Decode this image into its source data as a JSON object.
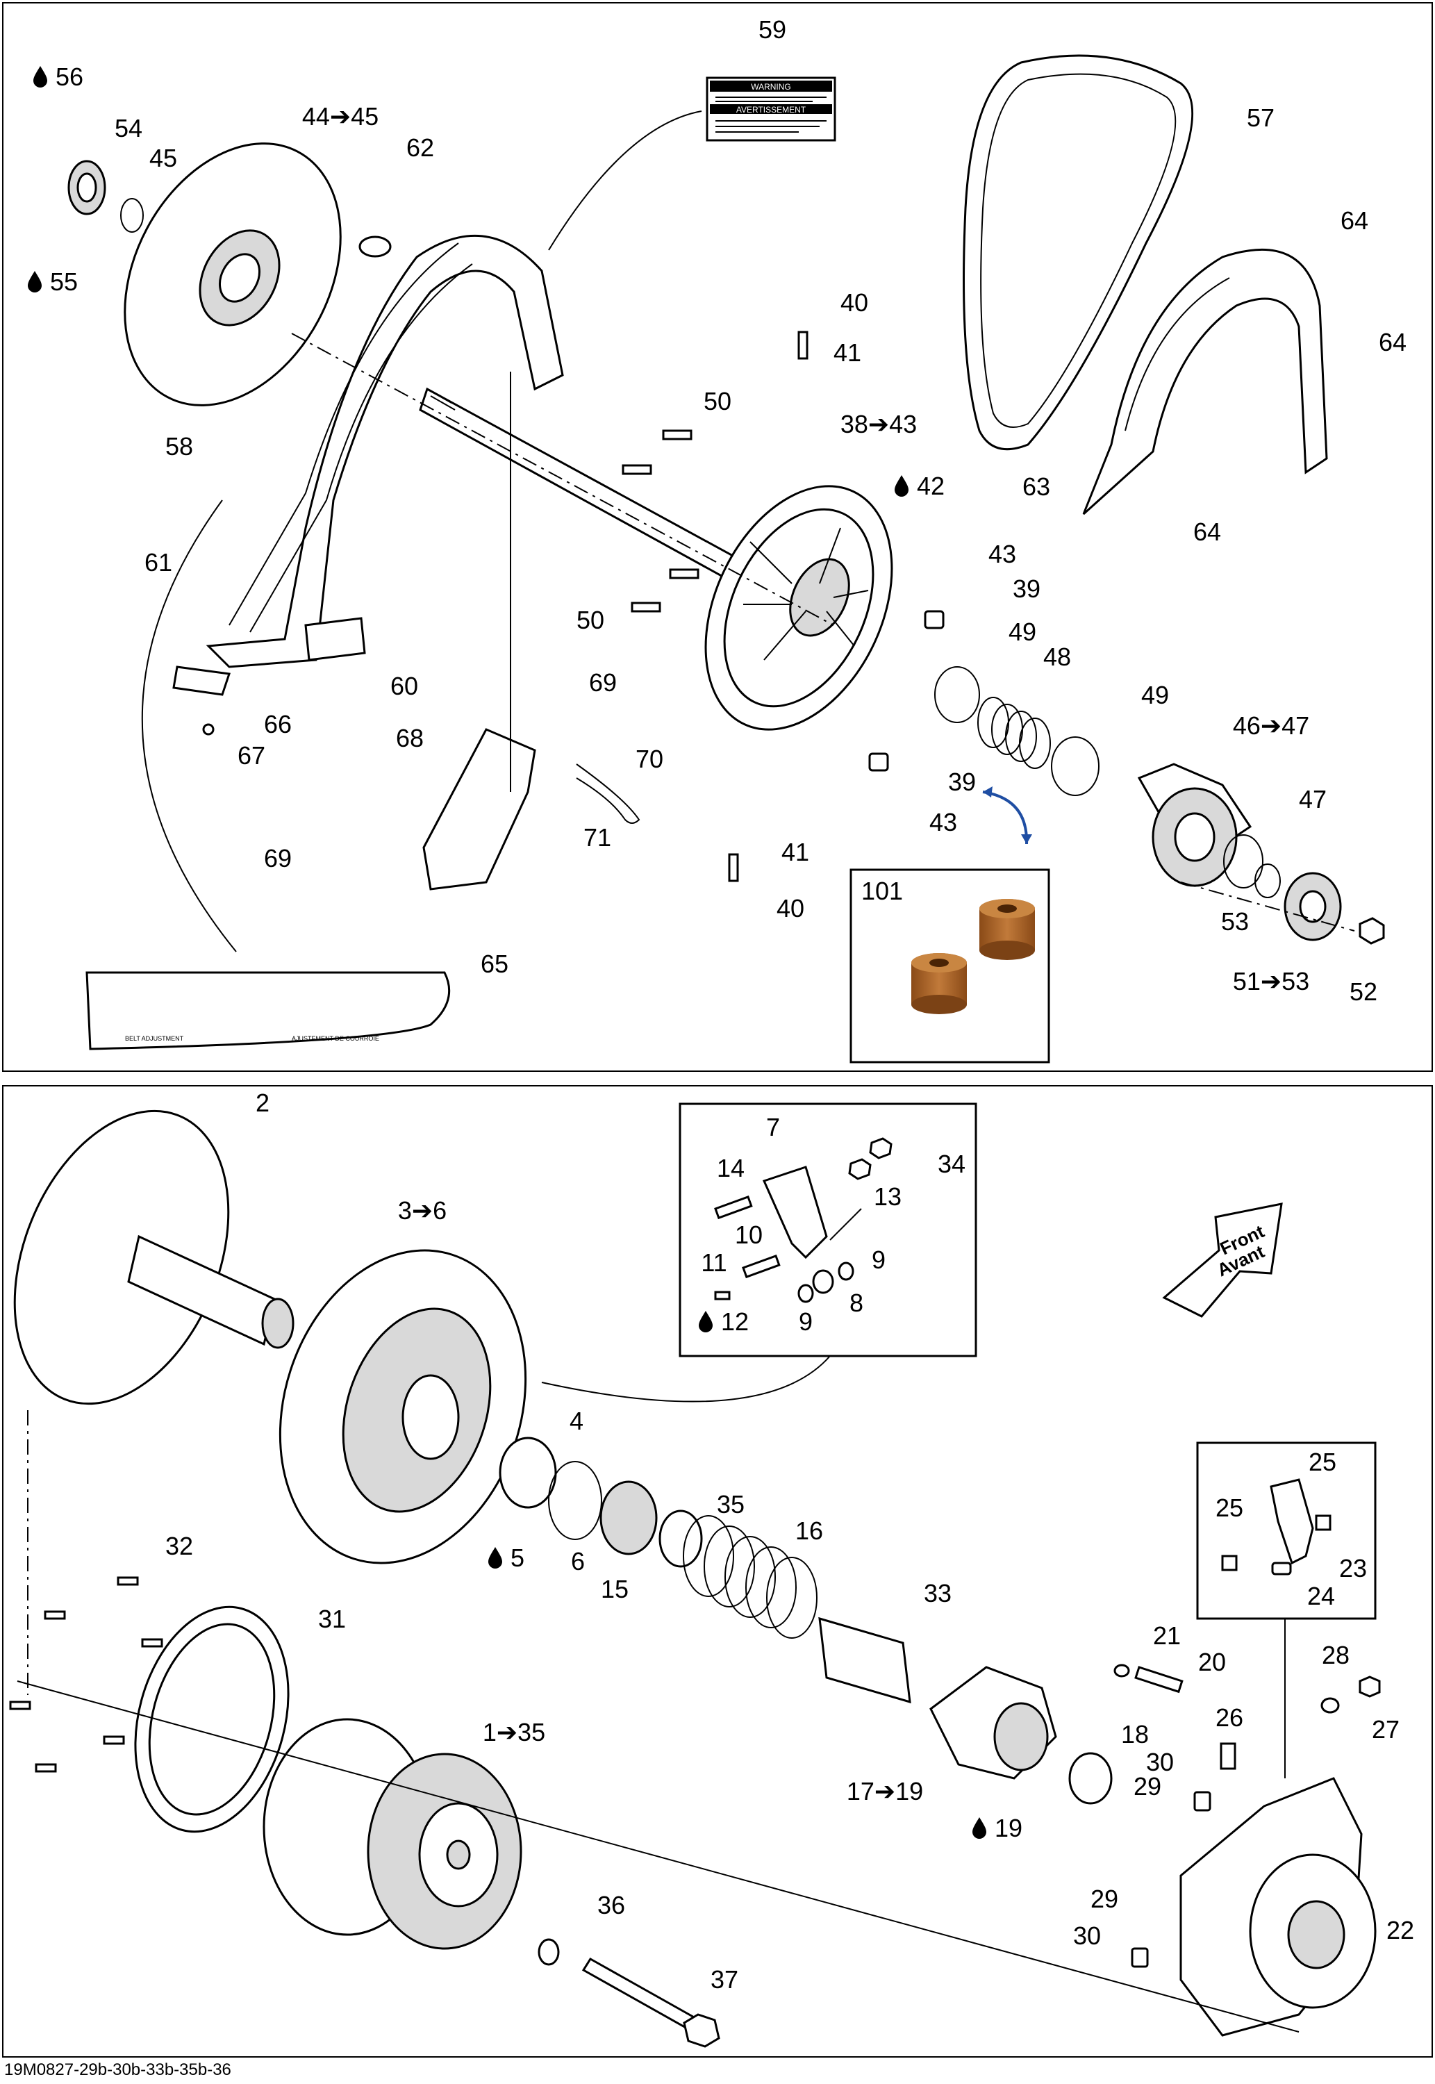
{
  "figure_id": "19M0827-29b-30b-33b-35b-36",
  "label_101": "101",
  "front_arrow": {
    "line1": "Front",
    "line2": "Avant"
  },
  "decal_59": {
    "header1": "WARNING",
    "header2": "AVERTISSEMENT"
  },
  "decal_65": {
    "left_text": "BELT ADJUSTMENT",
    "right_text": "AJUSTEMENT DE COURROIE"
  },
  "top_callouts": [
    {
      "text": "56",
      "drop": true
    },
    {
      "text": "54"
    },
    {
      "text": "44➔45"
    },
    {
      "text": "45"
    },
    {
      "text": "62"
    },
    {
      "text": "59"
    },
    {
      "text": "57"
    },
    {
      "text": "55",
      "drop": true
    },
    {
      "text": "64"
    },
    {
      "text": "40"
    },
    {
      "text": "41"
    },
    {
      "text": "64"
    },
    {
      "text": "50"
    },
    {
      "text": "38➔43"
    },
    {
      "text": "58"
    },
    {
      "text": "42",
      "drop": true
    },
    {
      "text": "63"
    },
    {
      "text": "64"
    },
    {
      "text": "61"
    },
    {
      "text": "43"
    },
    {
      "text": "39"
    },
    {
      "text": "50"
    },
    {
      "text": "49"
    },
    {
      "text": "48"
    },
    {
      "text": "60"
    },
    {
      "text": "69"
    },
    {
      "text": "49"
    },
    {
      "text": "66"
    },
    {
      "text": "46➔47"
    },
    {
      "text": "67"
    },
    {
      "text": "68"
    },
    {
      "text": "70"
    },
    {
      "text": "39"
    },
    {
      "text": "47"
    },
    {
      "text": "43"
    },
    {
      "text": "71"
    },
    {
      "text": "41"
    },
    {
      "text": "69"
    },
    {
      "text": "53"
    },
    {
      "text": "40"
    },
    {
      "text": "65"
    },
    {
      "text": "51➔53"
    },
    {
      "text": "52"
    }
  ],
  "bottom_callouts": [
    {
      "text": "2"
    },
    {
      "text": "7"
    },
    {
      "text": "34"
    },
    {
      "text": "14"
    },
    {
      "text": "3➔6"
    },
    {
      "text": "13"
    },
    {
      "text": "10"
    },
    {
      "text": "9"
    },
    {
      "text": "11"
    },
    {
      "text": "8"
    },
    {
      "text": "12",
      "drop": true
    },
    {
      "text": "9"
    },
    {
      "text": "4"
    },
    {
      "text": "35"
    },
    {
      "text": "16"
    },
    {
      "text": "5",
      "drop": true
    },
    {
      "text": "6"
    },
    {
      "text": "15"
    },
    {
      "text": "25"
    },
    {
      "text": "25"
    },
    {
      "text": "23"
    },
    {
      "text": "24"
    },
    {
      "text": "32"
    },
    {
      "text": "33"
    },
    {
      "text": "31"
    },
    {
      "text": "21"
    },
    {
      "text": "20"
    },
    {
      "text": "28"
    },
    {
      "text": "27"
    },
    {
      "text": "1➔35"
    },
    {
      "text": "26"
    },
    {
      "text": "18"
    },
    {
      "text": "30"
    },
    {
      "text": "17➔19"
    },
    {
      "text": "29"
    },
    {
      "text": "19",
      "drop": true
    },
    {
      "text": "29"
    },
    {
      "text": "36"
    },
    {
      "text": "30"
    },
    {
      "text": "22"
    },
    {
      "text": "37"
    }
  ]
}
